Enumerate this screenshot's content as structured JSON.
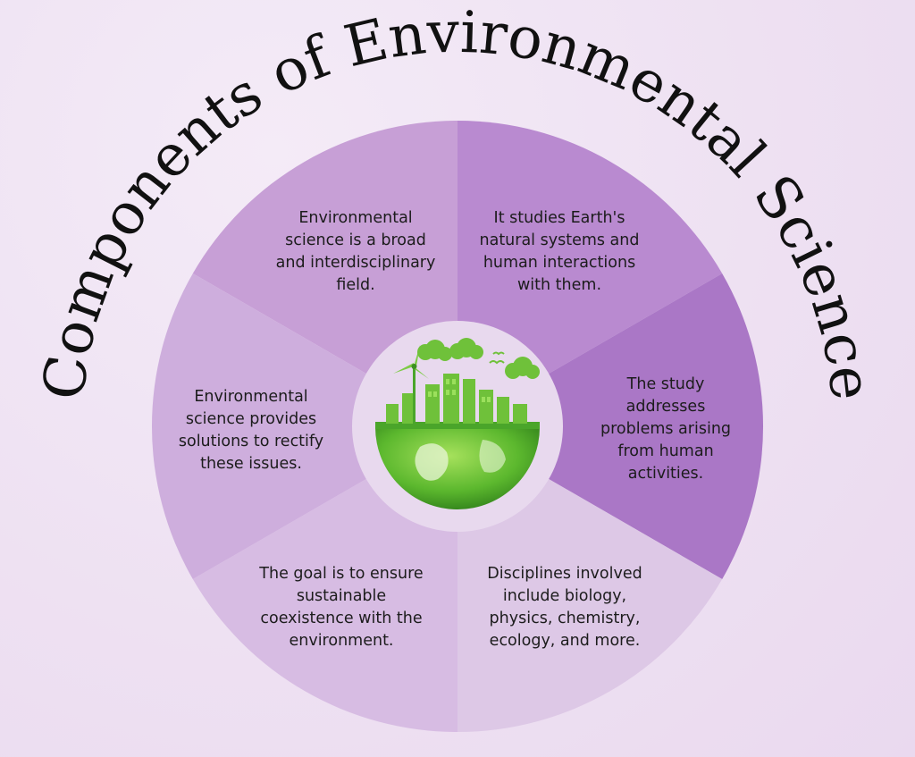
{
  "title": "Components of Environmental Science",
  "colors": {
    "background": "#efe3f3",
    "segment_top_left": "#c79fd6",
    "segment_top_right": "#b98ad0",
    "segment_right": "#aa77c6",
    "segment_bottom_right": "#ddc8e6",
    "segment_bottom_left": "#d7bce3",
    "segment_left": "#ceaedd",
    "center_disc": "#e8d9ee",
    "globe_green": "#5cb82e",
    "title_text": "#111111"
  },
  "center_icon": "green-city-globe-icon",
  "segments": [
    {
      "position": "top-left",
      "text": "Environmental\nscience is a broad\nand interdisciplinary\nfield."
    },
    {
      "position": "top-right",
      "text": "It studies Earth's\nnatural systems and\nhuman interactions\nwith them."
    },
    {
      "position": "right",
      "text": "The study\naddresses\nproblems arising\nfrom human\nactivities."
    },
    {
      "position": "bottom-right",
      "text": "Disciplines involved\ninclude biology,\nphysics, chemistry,\necology, and more."
    },
    {
      "position": "bottom-left",
      "text": "The goal is to ensure\nsustainable\ncoexistence with the\nenvironment."
    },
    {
      "position": "left",
      "text": "Environmental\nscience provides\nsolutions to rectify\nthese issues."
    }
  ]
}
